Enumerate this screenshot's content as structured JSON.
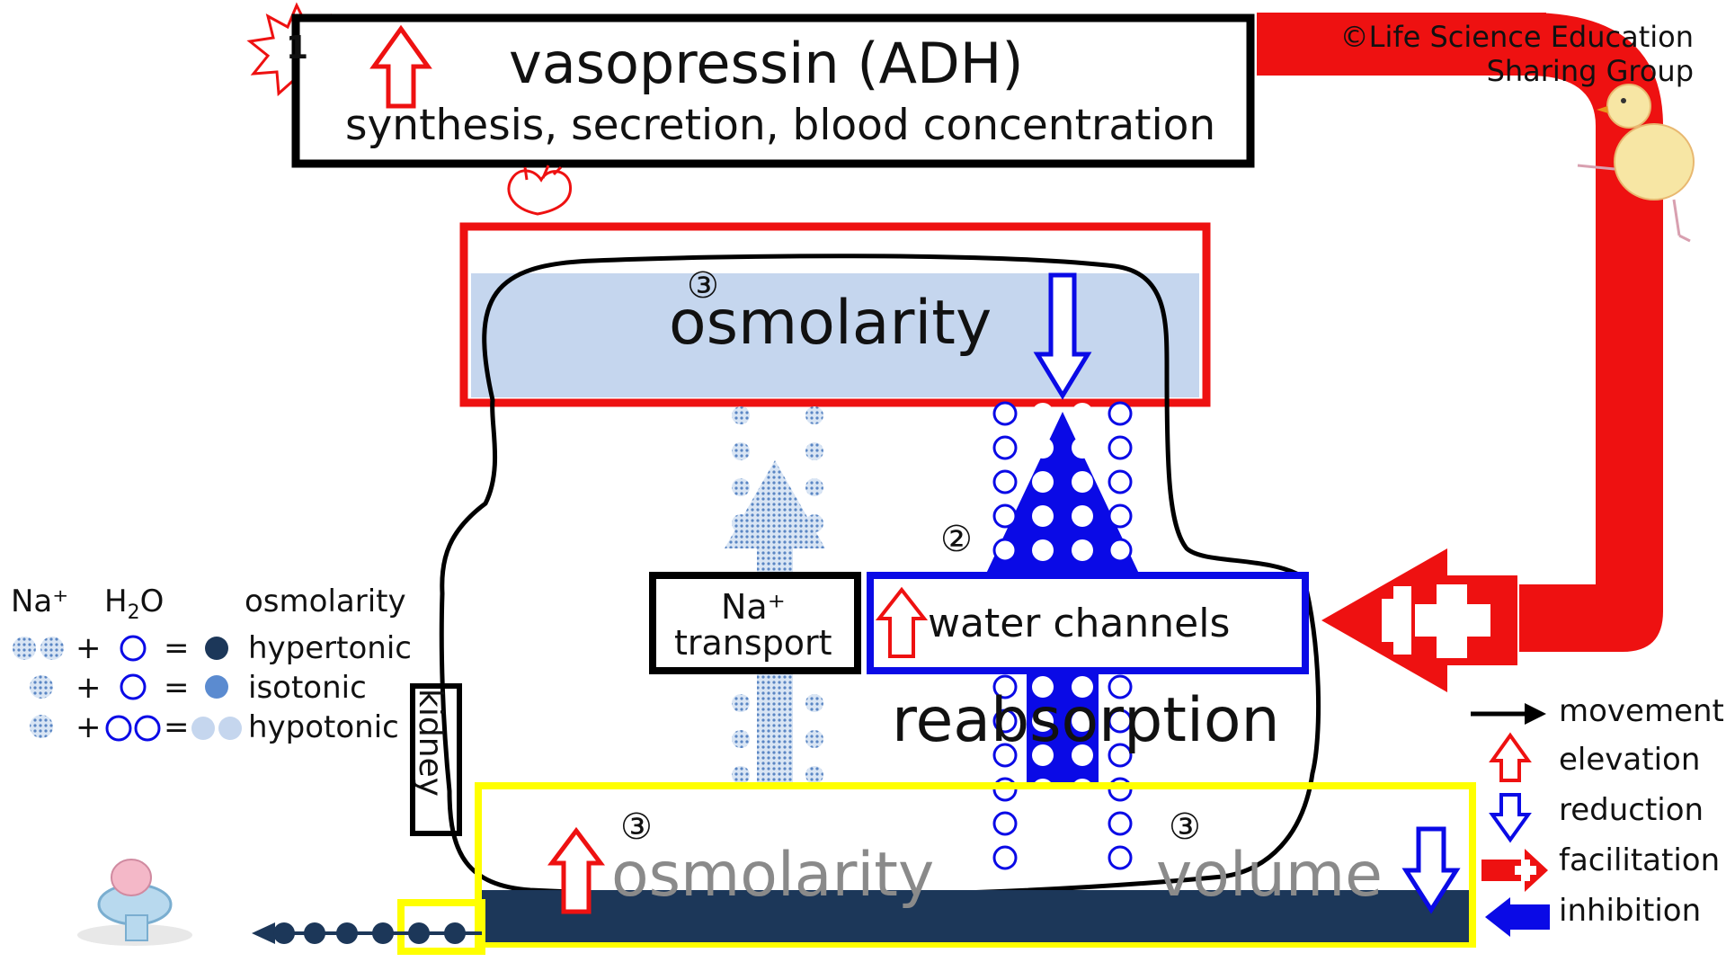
{
  "credit": {
    "line1": "©Life Science Education",
    "line2": "Sharing Group"
  },
  "adh_box": {
    "step": "1",
    "title": "vasopressin (ADH)",
    "subtitle": "synthesis, secretion, blood concentration"
  },
  "blood_box": {
    "step": "③",
    "label": "osmolarity"
  },
  "kidney": {
    "label": "kidney"
  },
  "na_box": {
    "line1": "Na⁺",
    "line2": "transport"
  },
  "water_box": {
    "label": "water channels",
    "step": "②"
  },
  "reabsorption": "reabsorption",
  "urine_box": {
    "osm_step": "③",
    "osm_label": "osmolarity",
    "vol_step": "③",
    "vol_label": "volume"
  },
  "legend_left": {
    "h_na": "Na⁺",
    "h_h2o_main": "H",
    "h_h2o_sub": "2",
    "h_h2o_end": "O",
    "h_osm": "osmolarity",
    "plus": "+",
    "equals": "=",
    "rows": [
      "hypertonic",
      "isotonic",
      "hypotonic"
    ]
  },
  "legend_right": [
    "movement",
    "elevation",
    "reduction",
    "facilitation",
    "inhibition"
  ],
  "colors": {
    "red": "#ee1111",
    "blue": "#0a0ae6",
    "navy": "#1c3759",
    "light_blue": "#c5d6ee",
    "yellow": "#ffff00",
    "dot_blue": "#6a95d2"
  }
}
